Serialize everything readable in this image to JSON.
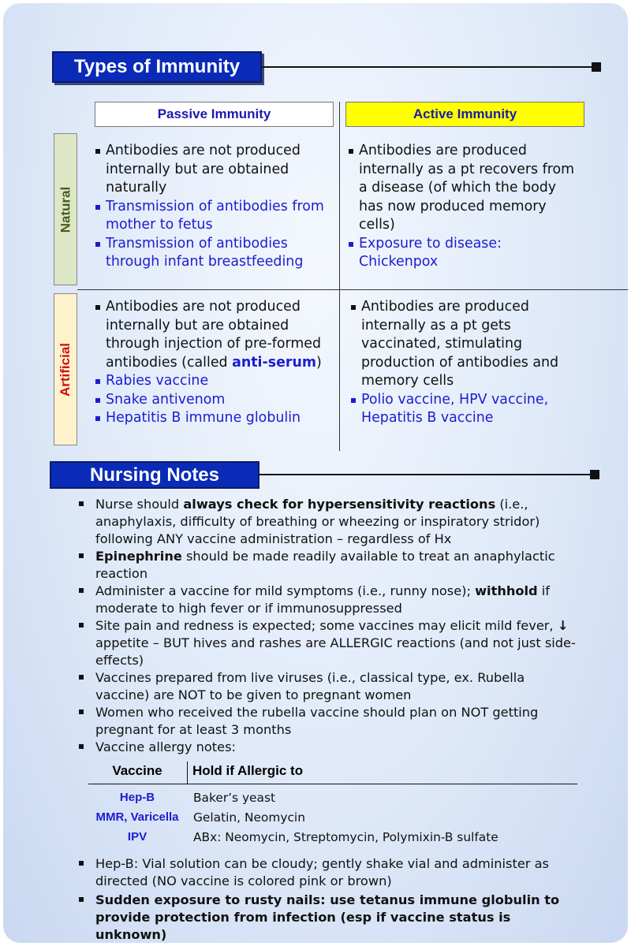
{
  "types_title": "Types of Immunity",
  "columns": {
    "passive": "Passive Immunity",
    "active": "Active Immunity"
  },
  "rows": {
    "natural": "Natural",
    "artificial": "Artificial"
  },
  "cells": {
    "natural_passive": {
      "main": "Antibodies are not produced internally but are obtained naturally",
      "examples": [
        "Transmission of antibodies from mother to fetus",
        "Transmission of antibodies through infant breastfeeding"
      ]
    },
    "natural_active": {
      "main": "Antibodies are produced internally as a pt recovers from a disease (of which the body has now produced memory cells)",
      "examples": [
        "Exposure to disease: Chickenpox"
      ]
    },
    "artificial_passive": {
      "main_a": "Antibodies are not produced internally but are obtained through injection of pre-formed antibodies (called ",
      "main_highlight": "anti-serum",
      "main_b": ")",
      "examples": [
        "Rabies vaccine",
        "Snake antivenom",
        "Hepatitis B immune globulin"
      ]
    },
    "artificial_active": {
      "main": "Antibodies are produced internally as a pt gets vaccinated, stimulating production of antibodies and memory cells",
      "examples": [
        "Polio vaccine, HPV vaccine, Hepatitis B vaccine"
      ]
    }
  },
  "notes_title": "Nursing Notes",
  "notes": {
    "n1_a": "Nurse should ",
    "n1_bold": "always check for hypersensitivity reactions",
    "n1_b": " (i.e., anaphylaxis, difficulty of breathing or wheezing or inspiratory stridor) following ANY vaccine administration – regardless of Hx",
    "n2_bold": "Epinephrine",
    "n2_b": " should be made readily available to treat an anaphylactic reaction",
    "n3_a": "Administer a vaccine for mild symptoms (i.e., runny nose); ",
    "n3_bold": "withhold",
    "n3_b": " if moderate to high fever or if immunosuppressed",
    "n4_a": "Site pain and redness is expected; some vaccines may elicit mild fever, ",
    "n4_arrow": "↓",
    "n4_b": " appetite – BUT hives and rashes are ALLERGIC reactions (and not just side-effects)",
    "n5": "Vaccines prepared from live viruses (i.e., classical type, ex. Rubella vaccine) are NOT to be given to pregnant women",
    "n6": "Women who received the rubella vaccine should plan on NOT getting pregnant for at least 3 months",
    "n7": "Vaccine allergy notes:"
  },
  "allergy_table": {
    "col_vaccine": "Vaccine",
    "col_hold": "Hold if Allergic to",
    "rows": [
      {
        "vaccine": "Hep-B",
        "allergen": "Baker’s yeast"
      },
      {
        "vaccine": "MMR, Varicella",
        "allergen": "Gelatin, Neomycin"
      },
      {
        "vaccine": "IPV",
        "allergen": "ABx: Neomycin, Streptomycin, Polymixin-B sulfate"
      }
    ]
  },
  "notes_after": {
    "n8": "Hep-B: Vial solution can be cloudy; gently shake vial and administer as directed (NO vaccine is colored pink or brown)",
    "n9": "Sudden exposure to rusty nails: use tetanus immune globulin to provide protection from infection (esp if vaccine status is unknown)"
  }
}
